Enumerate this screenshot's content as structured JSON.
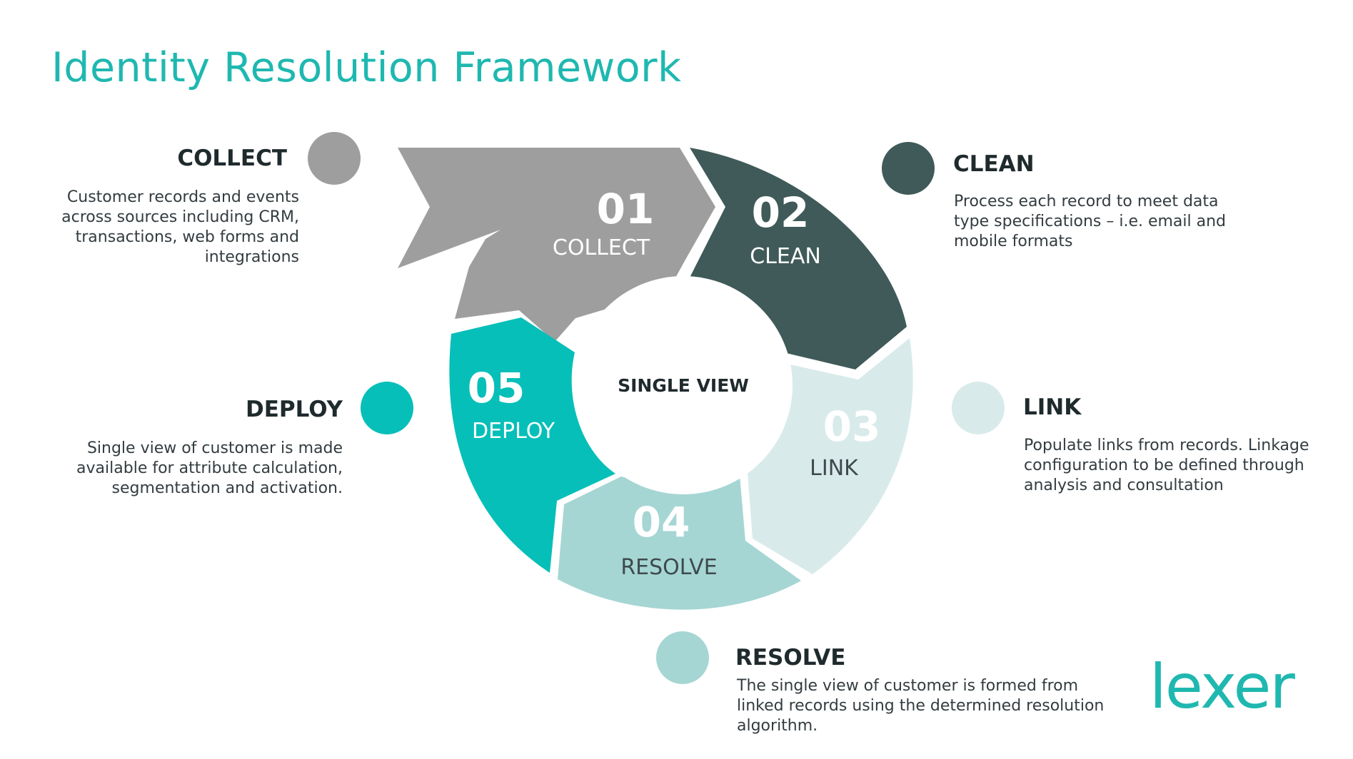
{
  "title": "Identity Resolution Framework",
  "center_label": "SINGLE VIEW",
  "colors": {
    "title": "#1fb8b0",
    "collect": "#9e9e9e",
    "clean": "#3f5a59",
    "link": "#d9eaea",
    "resolve": "#a5d6d3",
    "deploy": "#06bfb8"
  },
  "segments": [
    {
      "number": "01",
      "label": "COLLECT"
    },
    {
      "number": "02",
      "label": "CLEAN"
    },
    {
      "number": "03",
      "label": "LINK"
    },
    {
      "number": "04",
      "label": "RESOLVE"
    },
    {
      "number": "05",
      "label": "DEPLOY"
    }
  ],
  "steps": {
    "collect": {
      "heading": "COLLECT",
      "description": "Customer records and events\nacross sources including CRM,\ntransactions, web forms and\nintegrations"
    },
    "clean": {
      "heading": "CLEAN",
      "description": "Process each record to meet data\ntype specifications – i.e. email and\nmobile formats"
    },
    "link": {
      "heading": "LINK",
      "description": "Populate links from records. Linkage\nconfiguration to be defined through\nanalysis and consultation"
    },
    "resolve": {
      "heading": "RESOLVE",
      "description": "The single view of customer is formed from\nlinked records using the determined resolution\nalgorithm."
    },
    "deploy": {
      "heading": "DEPLOY",
      "description": "Single view of customer is made\navailable for attribute calculation,\nsegmentation and activation."
    }
  },
  "logo": {
    "text": "lexer"
  }
}
